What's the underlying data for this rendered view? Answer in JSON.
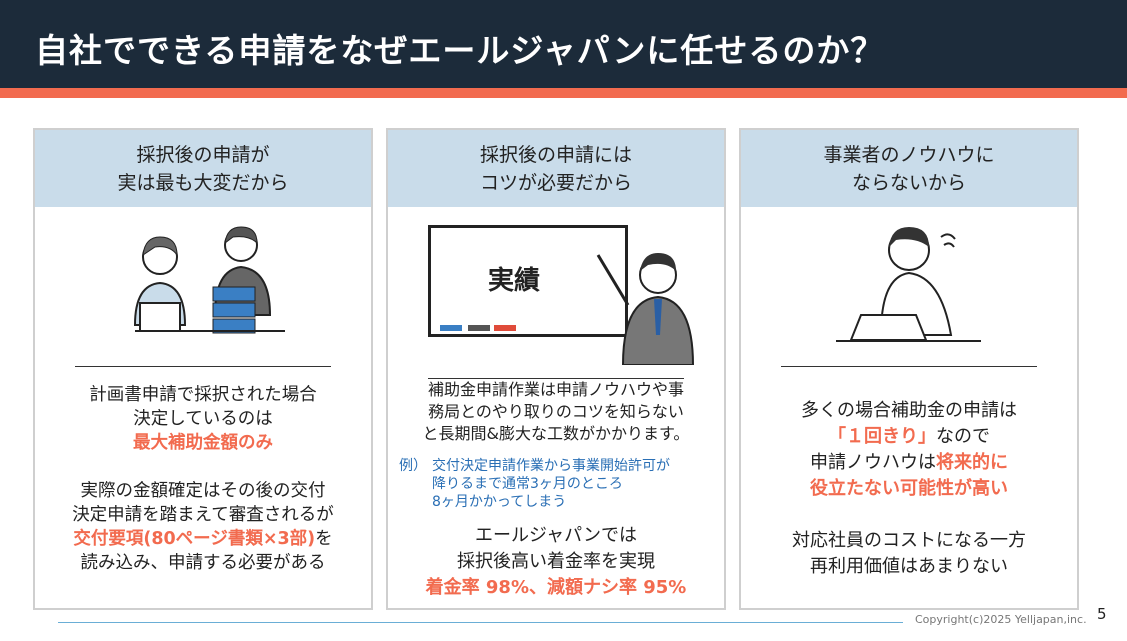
{
  "header": {
    "title": "自社でできる申請をなぜエールジャパンに任せるのか？"
  },
  "cards": [
    {
      "title1": "採択後の申請が",
      "title2": "実は最も大変だから",
      "lines": [
        "計画書申請で採択された場合",
        "決定しているのは"
      ],
      "highlight": "最大補助金額のみ",
      "lines2": [
        "実際の金額確定はその後の交付",
        "決定申請を踏まえて審査されるが"
      ],
      "highlight2": "交付要項(80ページ書類×3部)",
      "after_highlight2": "を",
      "last": "読み込み、申請する必要がある"
    },
    {
      "title1": "採択後の申請には",
      "title2": "コツが必要だから",
      "board": "実績",
      "lines": [
        "補助金申請作業は申請ノウハウや事",
        "務局とのやり取りのコツを知らない",
        "と長期間&膨大な工数がかかります。"
      ],
      "example_label": "例）",
      "example": [
        "交付決定申請作業から事業開始許可が",
        "降りるまで通常3ヶ月のところ",
        "8ヶ月かかってしまう"
      ],
      "lines2": [
        "エールジャパンでは",
        "採択後高い着金率を実現"
      ],
      "highlight": "着金率 98%、減額ナシ率 95%"
    },
    {
      "title1": "事業者のノウハウに",
      "title2": "ならないから",
      "lines": [
        "多くの場合補助金の申請は"
      ],
      "highlight": "「１回きり」",
      "after_highlight": "なので",
      "pre2": "申請ノウハウは",
      "highlight2": "将来的に",
      "highlight3": "役立たない可能性が高い",
      "lines2": [
        "対応社員のコストになる一方",
        "再利用価値はあまりない"
      ]
    }
  ],
  "footer": {
    "copyright": "Copyright(c)2025 Yelljapan,inc.",
    "page": "5"
  },
  "colors": {
    "navy": "#1c2b3a",
    "accent": "#f26b4f",
    "card_header": "#c9dcea",
    "blue": "#2a6fb5"
  }
}
